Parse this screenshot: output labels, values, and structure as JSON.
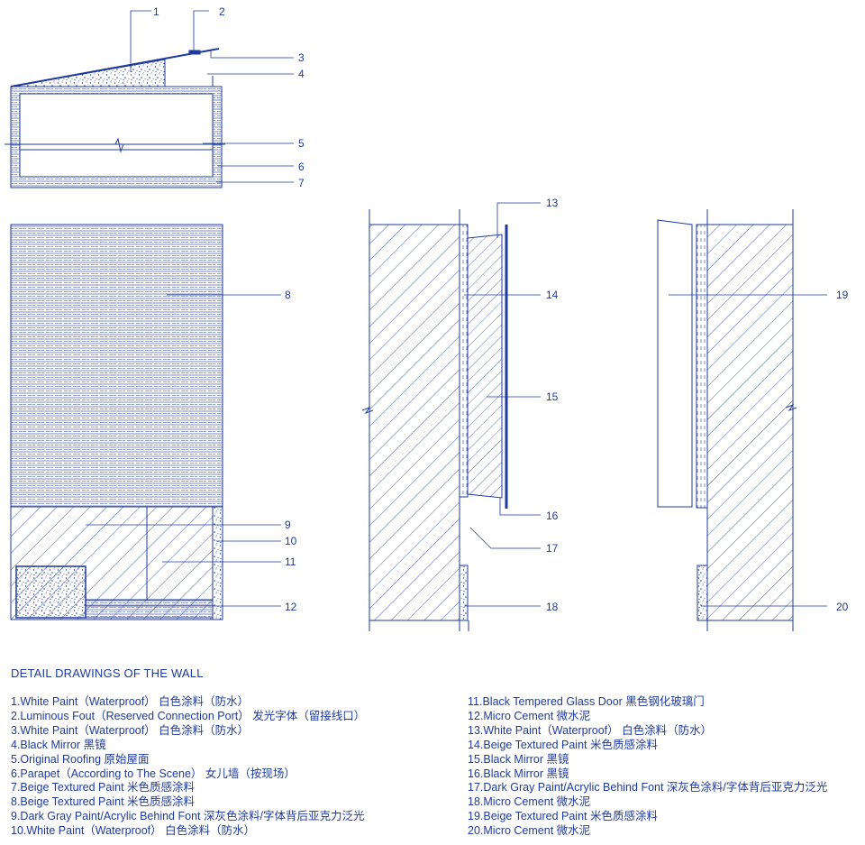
{
  "title": "DETAIL DRAWINGS OF THE WALL",
  "colors": {
    "line": "#1f3a9e",
    "background": "#ffffff"
  },
  "callouts": [
    "1",
    "2",
    "3",
    "4",
    "5",
    "6",
    "7",
    "8",
    "9",
    "10",
    "11",
    "12",
    "13",
    "14",
    "15",
    "16",
    "17",
    "18",
    "19",
    "20"
  ],
  "legend": {
    "left": [
      "1.White Paint（Waterproof） 白色涂料（防水）",
      "2.Luminous Fout（Reserved Connection Port） 发光字体（留接线口）",
      "3.White Paint（Waterproof） 白色涂料（防水）",
      "4.Black Mirror 黑镜",
      "5.Original Roofing 原始屋面",
      "6.Parapet（According to The Scene） 女儿墙（按现场）",
      "7.Beige Textured Paint 米色质感涂料",
      "8.Beige Textured Paint 米色质感涂料",
      "9.Dark Gray Paint/Acrylic Behind Font 深灰色涂料/字体背后亚克力泛光",
      "10.White Paint（Waterproof） 白色涂料（防水）"
    ],
    "right": [
      "11.Black Tempered Glass Door 黑色钢化玻璃门",
      "12.Micro Cement 微水泥",
      "13.White Paint（Waterproof） 白色涂料（防水）",
      "14.Beige Textured Paint 米色质感涂料",
      "15.Black Mirror 黑镜",
      "16.Black Mirror 黑镜",
      "17.Dark Gray Paint/Acrylic Behind Font 深灰色涂料/字体背后亚克力泛光",
      "18.Micro Cement 微水泥",
      "19.Beige Textured Paint 米色质感涂料",
      "20.Micro Cement 微水泥"
    ]
  }
}
